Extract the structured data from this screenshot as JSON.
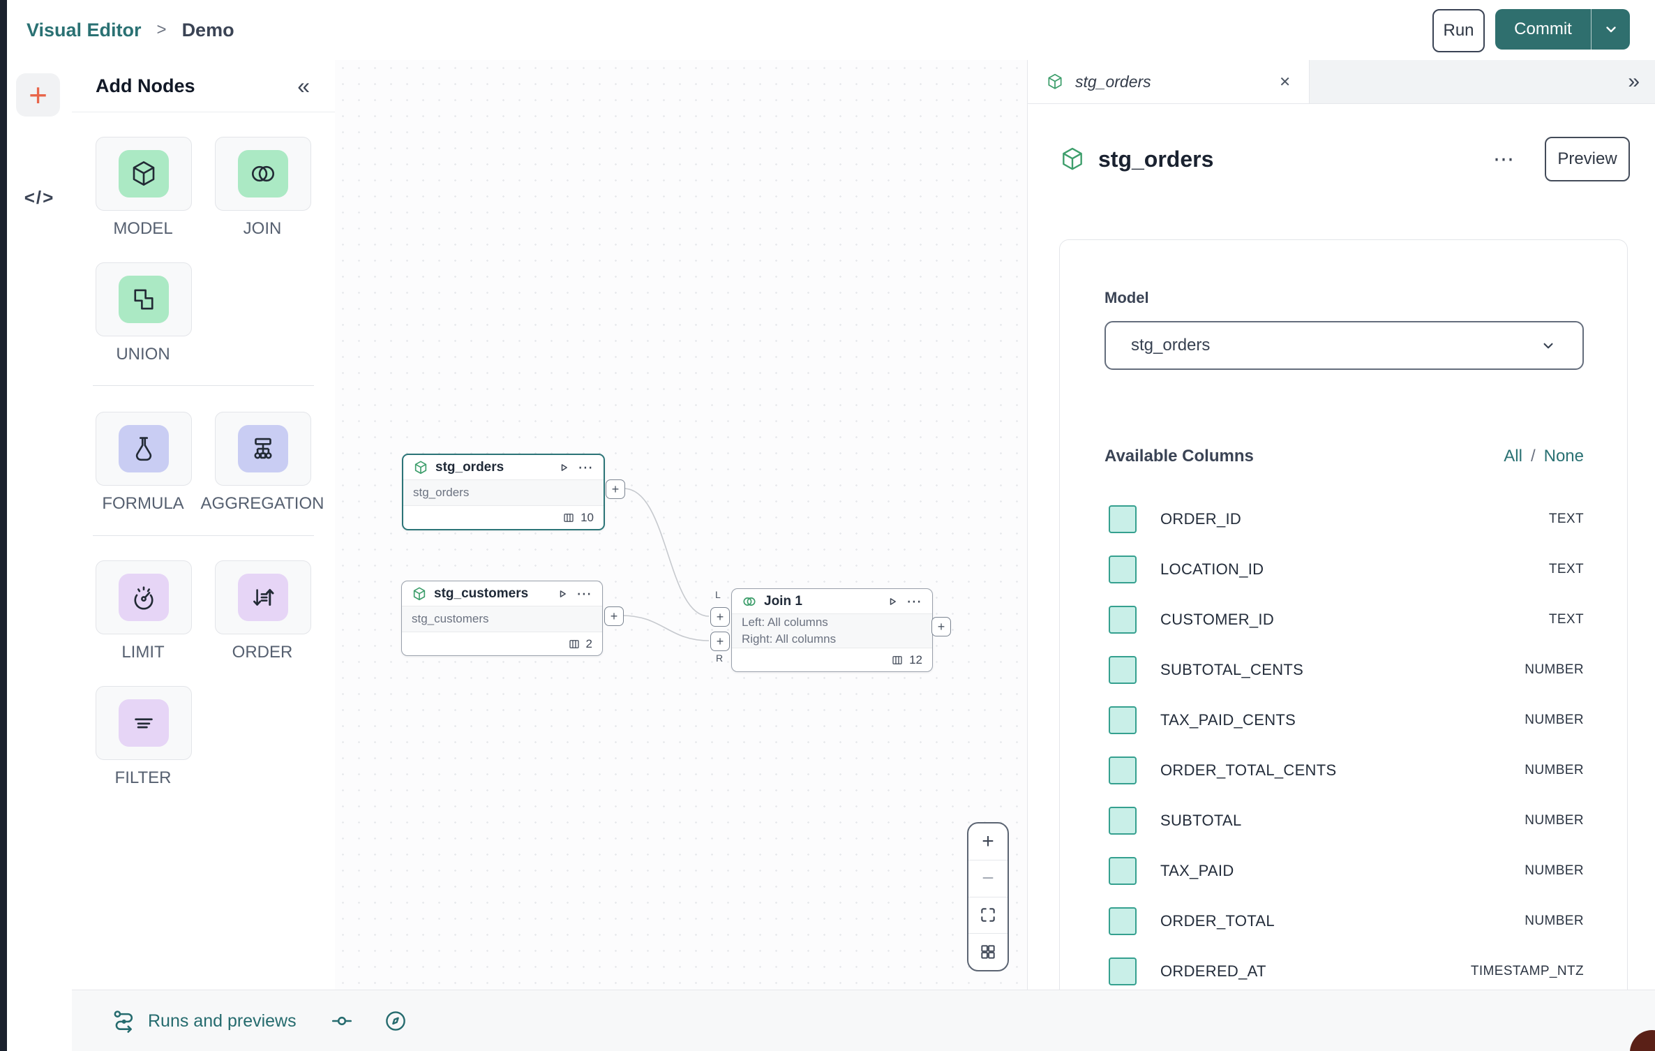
{
  "topbar": {
    "breadcrumb_section": "Visual Editor",
    "breadcrumb_separator": ">",
    "breadcrumb_page": "Demo",
    "run_label": "Run",
    "commit_label": "Commit"
  },
  "left_rail": {
    "add_glyph": "+",
    "code_label": "</>"
  },
  "add_nodes": {
    "title": "Add Nodes",
    "collapse_glyph": "«",
    "items": [
      {
        "label": "MODEL",
        "icon": "cube",
        "tile_color": "#abe9c4"
      },
      {
        "label": "JOIN",
        "icon": "join-circles",
        "tile_color": "#abe9c4"
      },
      {
        "label": "UNION",
        "icon": "union-shapes",
        "tile_color": "#abe9c4"
      },
      {
        "label": "FORMULA",
        "icon": "flask",
        "tile_color": "#c9cdf3"
      },
      {
        "label": "AGGREGATION",
        "icon": "hierarchy",
        "tile_color": "#c9cdf3"
      },
      {
        "label": "LIMIT",
        "icon": "gauge",
        "tile_color": "#e6d5f6"
      },
      {
        "label": "ORDER",
        "icon": "sort-arrows",
        "tile_color": "#e6d5f6"
      },
      {
        "label": "FILTER",
        "icon": "filter-lines",
        "tile_color": "#e6d5f6"
      }
    ]
  },
  "canvas": {
    "stg_orders": {
      "title": "stg_orders",
      "model": "stg_orders",
      "columns_count": "10"
    },
    "stg_customers": {
      "title": "stg_customers",
      "model": "stg_customers",
      "columns_count": "2"
    },
    "join": {
      "title": "Join 1",
      "left_line": "Left: All columns",
      "right_line": "Right: All columns",
      "columns_count": "12",
      "left_port": "L",
      "right_port": "R"
    }
  },
  "right_panel": {
    "tab": {
      "title": "stg_orders",
      "close_glyph": "✕",
      "expand_glyph": "»"
    },
    "header": {
      "title": "stg_orders",
      "menu_glyph": "⋯",
      "preview_label": "Preview"
    },
    "model": {
      "label": "Model",
      "value": "stg_orders"
    },
    "columns": {
      "heading": "Available Columns",
      "all_label": "All",
      "slash": "/",
      "none_label": "None",
      "rows": [
        {
          "name": "ORDER_ID",
          "type": "TEXT"
        },
        {
          "name": "LOCATION_ID",
          "type": "TEXT"
        },
        {
          "name": "CUSTOMER_ID",
          "type": "TEXT"
        },
        {
          "name": "SUBTOTAL_CENTS",
          "type": "NUMBER"
        },
        {
          "name": "TAX_PAID_CENTS",
          "type": "NUMBER"
        },
        {
          "name": "ORDER_TOTAL_CENTS",
          "type": "NUMBER"
        },
        {
          "name": "SUBTOTAL",
          "type": "NUMBER"
        },
        {
          "name": "TAX_PAID",
          "type": "NUMBER"
        },
        {
          "name": "ORDER_TOTAL",
          "type": "NUMBER"
        },
        {
          "name": "ORDERED_AT",
          "type": "TIMESTAMP_NTZ"
        }
      ]
    }
  },
  "bottom_bar": {
    "label": "Runs and previews"
  },
  "glyphs": {
    "plus": "+",
    "minus": "−",
    "dots": "⋯"
  },
  "colors": {
    "teal_link": "#2a7173",
    "commit_bg": "#2f6f6e",
    "selected_node_border": "#2b7477",
    "node_icon_green": "#3d9e6b",
    "accent_orange": "#e8654a",
    "checkbox_fill": "#c9efe8",
    "checkbox_border": "#35a08f",
    "maroon_corner": "#5a2017"
  }
}
